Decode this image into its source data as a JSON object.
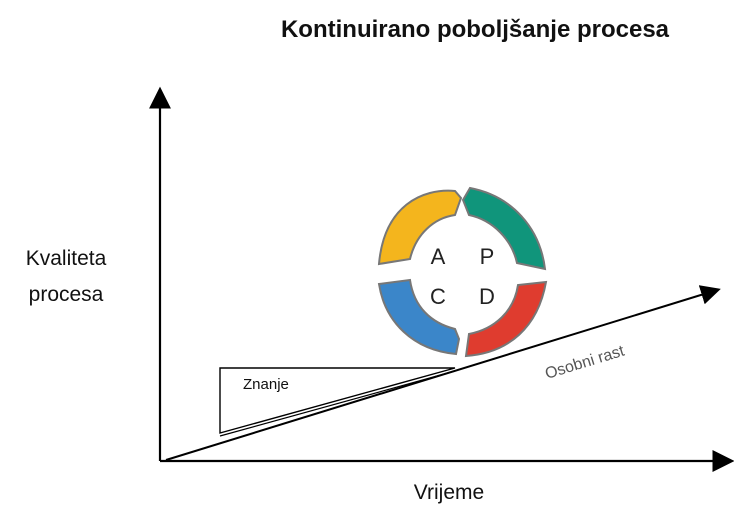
{
  "title": "Kontinuirano poboljšanje procesa",
  "y_axis": {
    "label_line1": "Kvaliteta",
    "label_line2": "procesa"
  },
  "x_axis": {
    "label": "Vrijeme"
  },
  "growth_arrow": {
    "label": "Osobni rast"
  },
  "wedge": {
    "label": "Znanje"
  },
  "cycle": {
    "letters": {
      "a": "A",
      "p": "P",
      "c": "C",
      "d": "D"
    },
    "colors": {
      "a": "#f4b51d",
      "p": "#10957b",
      "c": "#3b86c9",
      "d": "#df3c2f"
    }
  }
}
